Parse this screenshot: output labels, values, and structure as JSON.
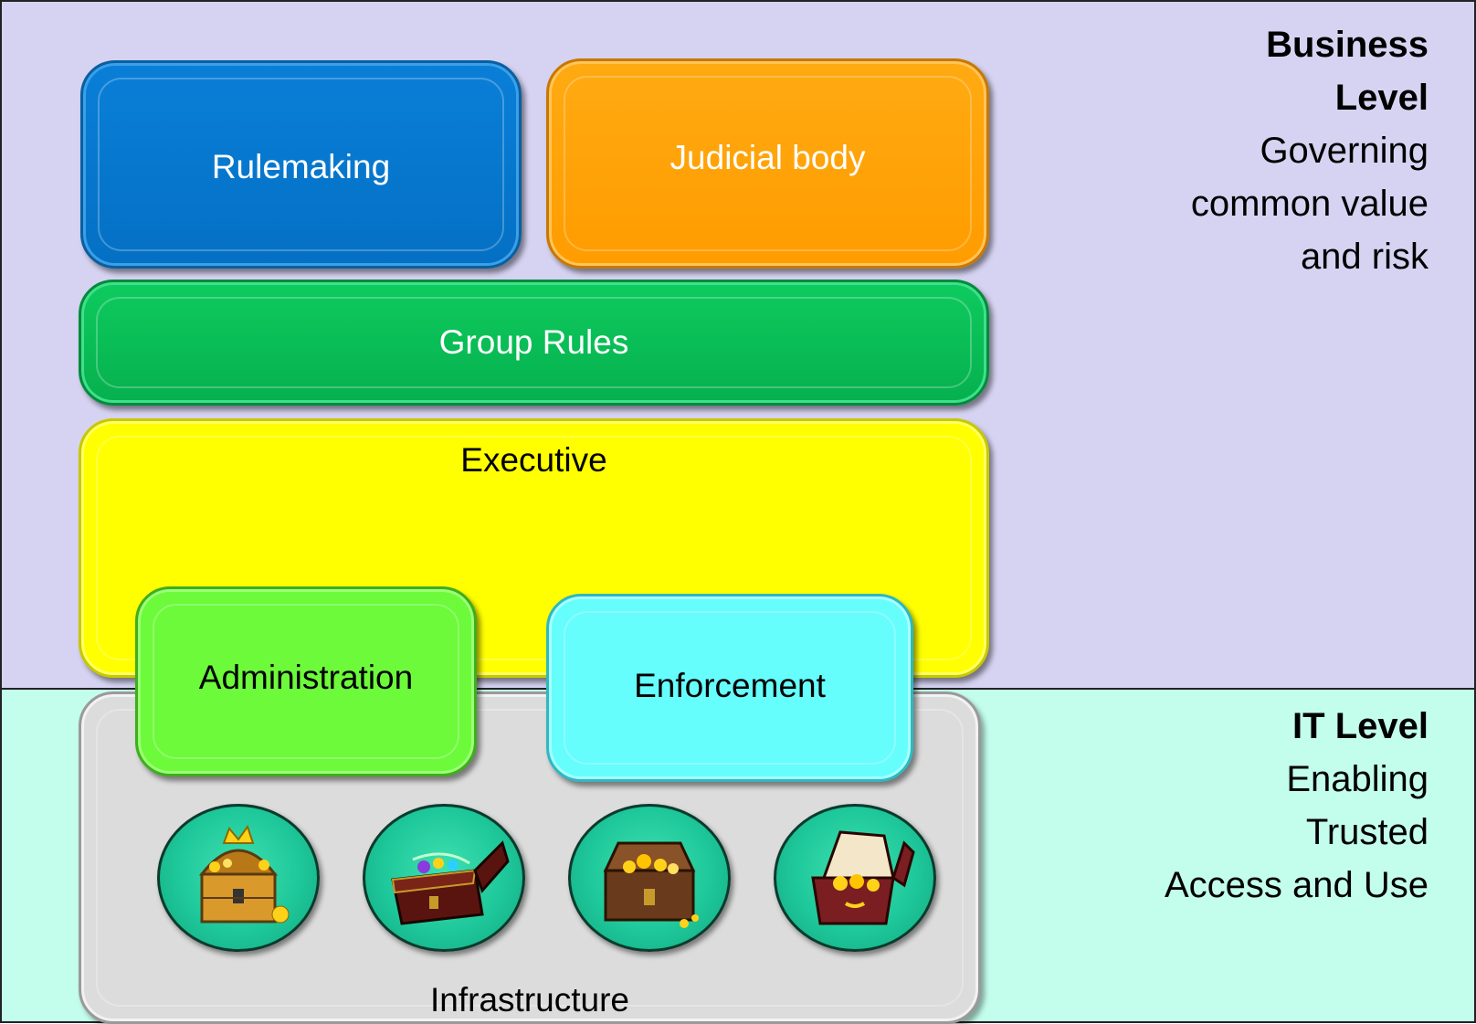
{
  "levels": {
    "business": {
      "heading_line1": "Business",
      "heading_line2": "Level",
      "desc_line1": "Governing",
      "desc_line2": "common value",
      "desc_line3": "and risk"
    },
    "it": {
      "heading": "IT Level",
      "desc_line1": "Enabling",
      "desc_line2": "Trusted",
      "desc_line3": "Access and Use"
    }
  },
  "blocks": {
    "rulemaking": "Rulemaking",
    "judicial": "Judicial body",
    "group_rules": "Group Rules",
    "executive": "Executive",
    "administration": "Administration",
    "enforcement": "Enforcement",
    "infrastructure": "Infrastructure"
  },
  "assets": [
    {
      "icon": "treasure-chest-crown-icon"
    },
    {
      "icon": "treasure-chest-jewels-icon"
    },
    {
      "icon": "treasure-chest-gold-icon"
    },
    {
      "icon": "treasure-chest-open-icon"
    }
  ],
  "colors": {
    "business_band": "#d6d3f2",
    "it_band": "#c3fdeb",
    "rulemaking": "#0470c4",
    "judicial": "#ff9c00",
    "group_rules": "#06b04e",
    "executive": "#ffff00",
    "administration": "#6cfa3a",
    "enforcement": "#66fdfd",
    "infrastructure": "#dcdcdc"
  }
}
